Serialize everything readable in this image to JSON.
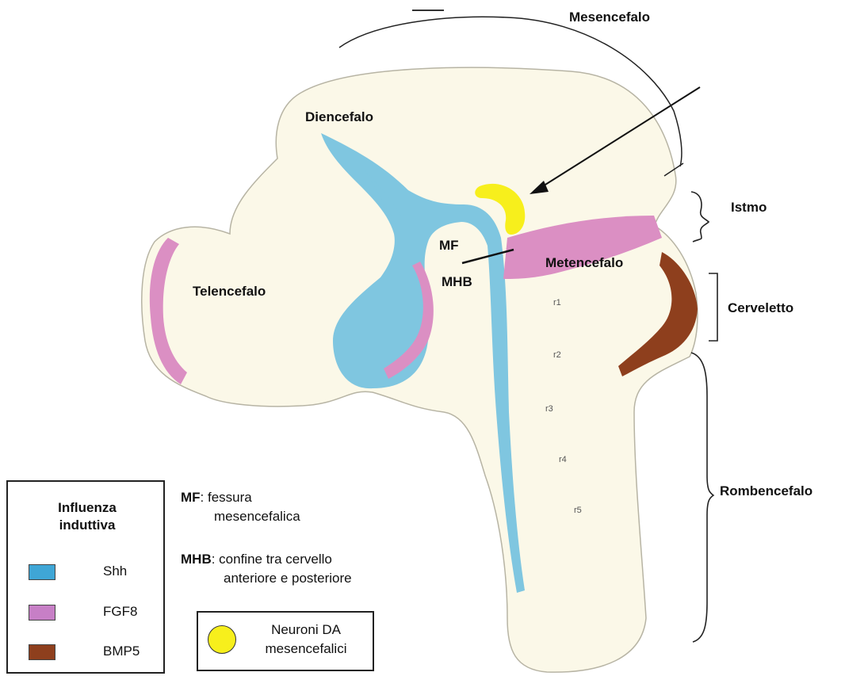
{
  "colors": {
    "shh": "#7fc6e0",
    "fgf8": "#db8fc3",
    "bmp5": "#8e3f1d",
    "da_neurons": "#f7ef1c",
    "tissue": "#fbf8e8"
  },
  "region_labels": {
    "mesencefalo": "Mesencefalo",
    "diencefalo": "Diencefalo",
    "telencefalo": "Telencefalo",
    "istmo": "Istmo",
    "metencefalo": "Metencefalo",
    "cerveletto": "Cerveletto",
    "rombencefalo": "Rombencefalo",
    "mf": "MF",
    "mhb": "MHB"
  },
  "rhombomeres": [
    "r1",
    "r2",
    "r3",
    "r4",
    "r5"
  ],
  "legend": {
    "title_line1": "Influenza",
    "title_line2": "induttiva",
    "items": [
      {
        "label": "Shh"
      },
      {
        "label": "FGF8"
      },
      {
        "label": "BMP5"
      }
    ]
  },
  "definitions": {
    "mf": {
      "term": "MF",
      "line1": ": fessura",
      "line2": "mesencefalica"
    },
    "mhb": {
      "term": "MHB",
      "line1": ": confine tra cervello",
      "line2": "anteriore e posteriore"
    }
  },
  "da_legend": {
    "line1": "Neuroni DA",
    "line2": "mesencefalici"
  }
}
